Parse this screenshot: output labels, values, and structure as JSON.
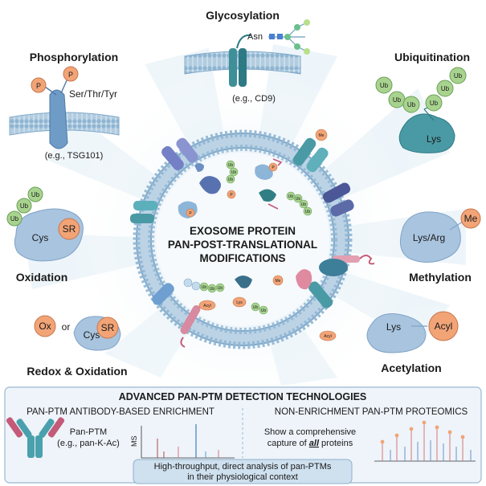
{
  "center": {
    "line1": "EXOSOME PROTEIN",
    "line2": "PAN-POST-TRANSLATIONAL",
    "line3": "MODIFICATIONS"
  },
  "panels": {
    "glycosylation": {
      "title": "Glycosylation",
      "residue": "Asn",
      "example": "(e.g., CD9)"
    },
    "phosphorylation": {
      "title": "Phosphorylation",
      "residue": "Ser/Thr/Tyr",
      "mod": "P",
      "example": "(e.g., TSG101)"
    },
    "ubiquitination": {
      "title": "Ubiquitination",
      "residue": "Lys",
      "mod": "Ub"
    },
    "oxidation": {
      "title": "Oxidation",
      "residue": "Cys",
      "mod": "SR",
      "ub": "Ub"
    },
    "methylation": {
      "title": "Methylation",
      "residue": "Lys/Arg",
      "mod": "Me"
    },
    "redox": {
      "title": "Redox & Oxidation",
      "mod_left": "Ox",
      "connector": "or",
      "residue": "Cys",
      "mod_right": "SR"
    },
    "acetylation": {
      "title": "Acetylation",
      "residue": "Lys",
      "mod": "Acyl"
    }
  },
  "inner_labels": {
    "p": "P",
    "ub": "Ub",
    "me": "Me",
    "acyl": "Acyl",
    "lys": "Lys"
  },
  "tech": {
    "header": "ADVANCED PAN-PTM DETECTION TECHNOLOGIES",
    "left_title": "PAN-PTM ANTIBODY-BASED ENRICHMENT",
    "left_label1": "Pan-PTM",
    "left_label2": "(e.g., pan-K-Ac)",
    "ms_label": "MS",
    "right_title": "NON-ENRICHMENT PAN-PTM PROTEOMICS",
    "right_line1": "Show a comprehensive",
    "right_line2_pre": "capture of ",
    "right_line2_em": "all",
    "right_line2_post": " proteins",
    "footer_line1": "High-throughput, direct analysis of pan-PTMs",
    "footer_line2": "in their physiological context"
  },
  "colors": {
    "membrane": "#aac8de",
    "membrane_head": "#8fb5d2",
    "protein_blue": "#6f9cc6",
    "protein_teal": "#4a9aa5",
    "mod_orange": "#f2a477",
    "ub_green": "#a8d38f",
    "antibody_pink": "#c45a78",
    "antibody_teal": "#4aa0ad"
  }
}
